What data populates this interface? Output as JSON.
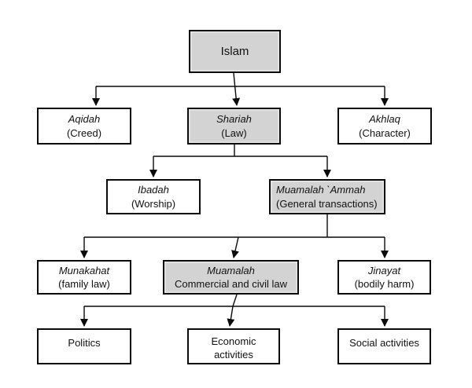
{
  "diagram": {
    "nodes": {
      "islam": {
        "label": "Islam"
      },
      "aqidah": {
        "term": "Aqidah",
        "gloss": "(Creed)"
      },
      "shariah": {
        "term": "Shariah",
        "gloss": "(Law)"
      },
      "akhlaq": {
        "term": "Akhlaq",
        "gloss": "(Character)"
      },
      "ibadah": {
        "term": "Ibadah",
        "gloss": "(Worship)"
      },
      "muamalah_ammah": {
        "term": "Muamalah `Ammah",
        "gloss": "(General transactions)"
      },
      "munakahat": {
        "term": "Munakahat",
        "gloss": "(family law)"
      },
      "muamalah": {
        "term": "Muamalah",
        "gloss": "Commercial and civil law"
      },
      "jinayat": {
        "term": "Jinayat",
        "gloss": "(bodily harm)"
      },
      "politics": {
        "label": "Politics"
      },
      "economic": {
        "label": "Economic activities"
      },
      "social": {
        "label": "Social activities"
      }
    },
    "edges": [
      {
        "from": "islam",
        "to": "aqidah"
      },
      {
        "from": "islam",
        "to": "shariah"
      },
      {
        "from": "islam",
        "to": "akhlaq"
      },
      {
        "from": "shariah",
        "to": "ibadah"
      },
      {
        "from": "shariah",
        "to": "muamalah_ammah"
      },
      {
        "from": "muamalah_ammah",
        "to": "munakahat"
      },
      {
        "from": "muamalah_ammah",
        "to": "muamalah"
      },
      {
        "from": "muamalah_ammah",
        "to": "jinayat"
      },
      {
        "from": "muamalah",
        "to": "politics"
      },
      {
        "from": "muamalah",
        "to": "economic"
      },
      {
        "from": "muamalah",
        "to": "social"
      }
    ],
    "colors": {
      "highlight_fill": "#d3d3d3",
      "plain_fill": "#ffffff",
      "border": "#000000",
      "line": "#000000"
    }
  }
}
